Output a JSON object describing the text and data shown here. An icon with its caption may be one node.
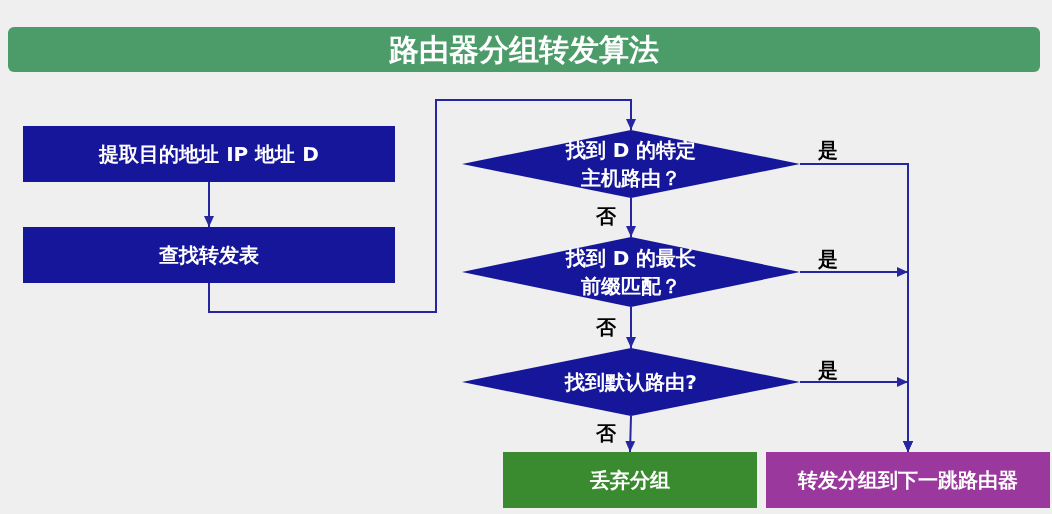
{
  "diagram": {
    "title": "路由器分组转发算法",
    "nodes": [
      {
        "text": [
          "提取目的地址 IP 地址 D"
        ]
      },
      {
        "text": [
          "查找转发表"
        ]
      },
      {
        "text": [
          "找到 D 的特定主机路由？"
        ]
      },
      {
        "text": [
          "找到 D 的最长前缀匹配？"
        ]
      },
      {
        "text": [
          "找到默认路由?"
        ]
      },
      {
        "text": [
          "丢弃分组"
        ]
      },
      {
        "text": [
          "转发分组到下一跳路由器"
        ]
      }
    ],
    "edges": [
      {
        "from": 0,
        "to": 1,
        "arrow": "to"
      },
      {
        "from": 1,
        "to": 2,
        "arrow": "to"
      },
      {
        "from": 2,
        "to": 3,
        "arrow": "to",
        "label": "否"
      },
      {
        "from": 3,
        "to": 4,
        "arrow": "to",
        "label": "否"
      },
      {
        "from": 4,
        "to": 5,
        "arrow": "to",
        "label": "否"
      },
      {
        "from": 2,
        "to": 6,
        "arrow": "to",
        "label": "是"
      },
      {
        "from": 3,
        "to": 6,
        "arrow": "to",
        "label": "是"
      },
      {
        "from": 4,
        "to": 6,
        "arrow": "to",
        "label": "是"
      }
    ]
  }
}
